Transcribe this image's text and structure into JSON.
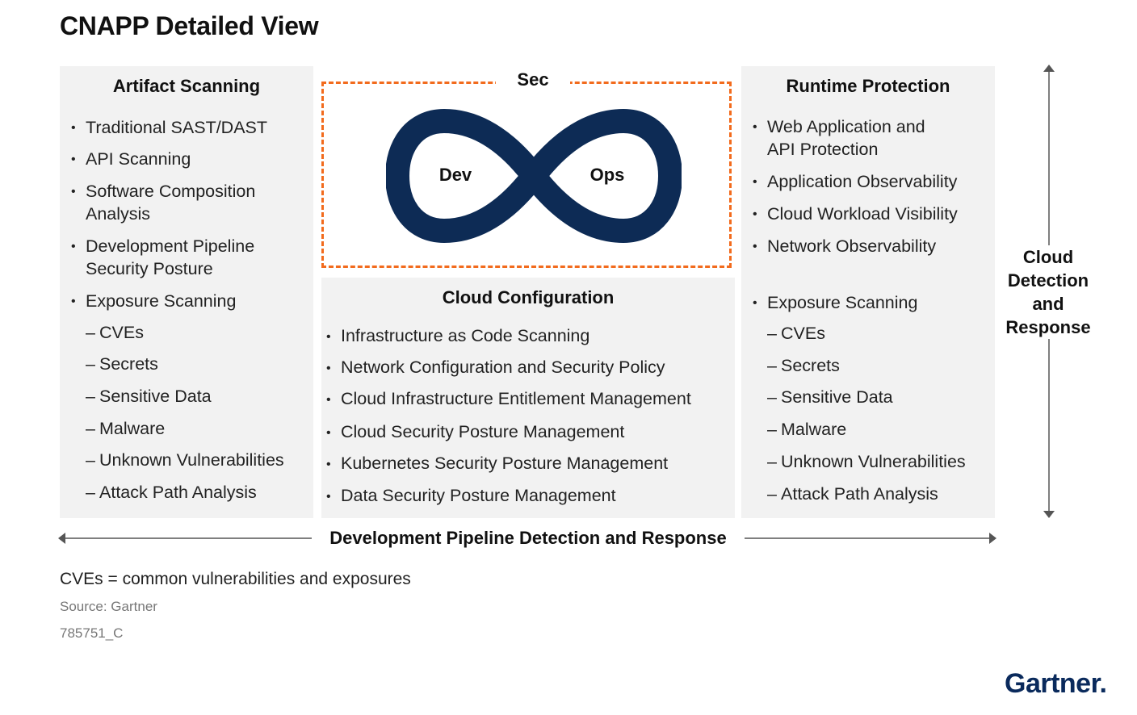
{
  "title": "CNAPP Detailed View",
  "artifact": {
    "title": "Artifact Scanning",
    "items": [
      {
        "lines": [
          "Traditional SAST/DAST"
        ]
      },
      {
        "lines": [
          "API Scanning"
        ]
      },
      {
        "lines": [
          "Software Composition",
          "Analysis"
        ]
      },
      {
        "lines": [
          "Development Pipeline",
          "Security Posture"
        ]
      },
      {
        "lines": [
          "Exposure Scanning"
        ]
      }
    ],
    "subitems": [
      "CVEs",
      "Secrets",
      "Sensitive Data",
      "Malware",
      "Unknown Vulnerabilities",
      "Attack Path Analysis"
    ]
  },
  "devops": {
    "sec_label": "Sec",
    "dev_label": "Dev",
    "ops_label": "Ops",
    "loop_color": "#0d2b55",
    "dash_color": "#f26b1d"
  },
  "cloud_config": {
    "title": "Cloud Configuration",
    "items": [
      "Infrastructure as Code Scanning",
      "Network Configuration and Security Policy",
      "Cloud Infrastructure Entitlement Management",
      "Cloud Security Posture Management",
      "Kubernetes Security Posture Management",
      "Data Security Posture Management"
    ]
  },
  "runtime": {
    "title": "Runtime Protection",
    "items": [
      {
        "lines": [
          "Web Application and",
          "API Protection"
        ]
      },
      {
        "lines": [
          "Application Observability"
        ]
      },
      {
        "lines": [
          "Cloud Workload Visibility"
        ]
      },
      {
        "lines": [
          "Network Observability"
        ]
      },
      {
        "lines": [
          "Exposure Scanning"
        ]
      }
    ],
    "subitems": [
      "CVEs",
      "Secrets",
      "Sensitive Data",
      "Malware",
      "Unknown Vulnerabilities",
      "Attack Path Analysis"
    ]
  },
  "cloud_detection": {
    "lines": [
      "Cloud",
      "Detection",
      "and",
      "Response"
    ]
  },
  "pipeline_detection": "Development Pipeline Detection and Response",
  "footnote": "CVEs = common vulnerabilities and exposures",
  "source": "Source: Gartner",
  "code": "785751_C",
  "logo": "Gartner."
}
